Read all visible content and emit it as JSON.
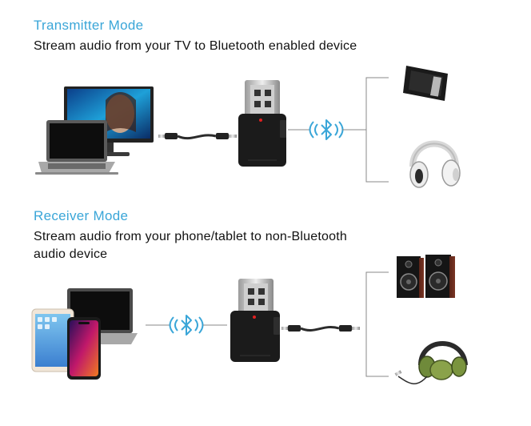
{
  "transmitter": {
    "title": "Transmitter Mode",
    "description": "Stream audio from your TV to Bluetooth enabled device"
  },
  "receiver": {
    "title": "Receiver Mode",
    "description_line1": "Stream audio from your phone/tablet to non-Bluetooth",
    "description_line2": "audio device"
  },
  "colors": {
    "title": "#3aa6d8",
    "bluetooth": "#3aa6d8",
    "led": "#e02020",
    "device": "#1b1b1b"
  }
}
